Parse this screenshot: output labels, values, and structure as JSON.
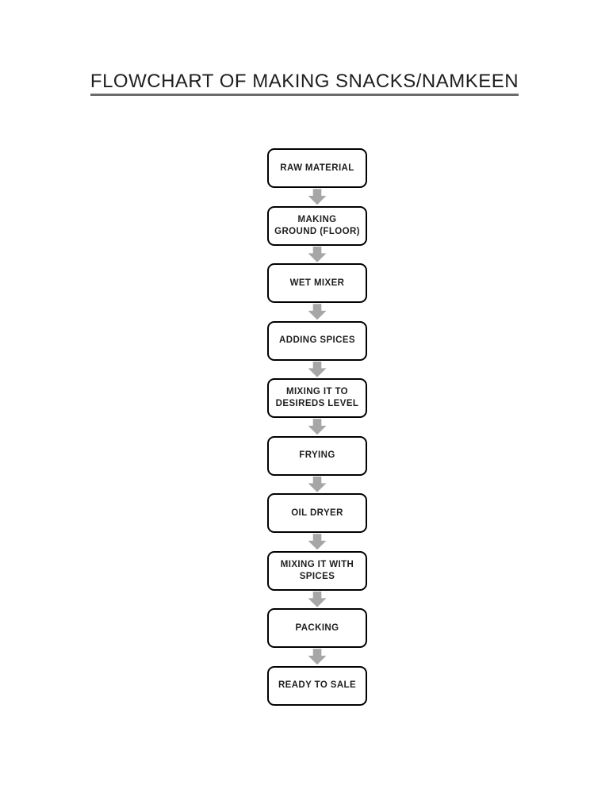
{
  "document": {
    "title": "FLOWCHART OF MAKING SNACKS/NAMKEEN"
  },
  "flowchart": {
    "type": "flowchart",
    "direction": "top-to-bottom",
    "connector": "block-arrow-down",
    "steps": [
      {
        "label": "RAW MATERIAL"
      },
      {
        "label": "MAKING\nGROUND (FLOOR)"
      },
      {
        "label": "WET MIXER"
      },
      {
        "label": "ADDING SPICES"
      },
      {
        "label": "MIXING IT TO\nDESIREDS LEVEL"
      },
      {
        "label": "FRYING"
      },
      {
        "label": "OIL DRYER"
      },
      {
        "label": "MIXING IT WITH\nSPICES"
      },
      {
        "label": "PACKING"
      },
      {
        "label": "READY TO SALE"
      }
    ]
  },
  "colors": {
    "page_background": "#ffffff",
    "box_fill": "#ffffff",
    "box_border": "#000000",
    "box_text": "#1f1f1f",
    "arrow_fill": "#a6a6a6",
    "title_text": "#1f1f1f",
    "title_underline": "#6b6b6b"
  }
}
